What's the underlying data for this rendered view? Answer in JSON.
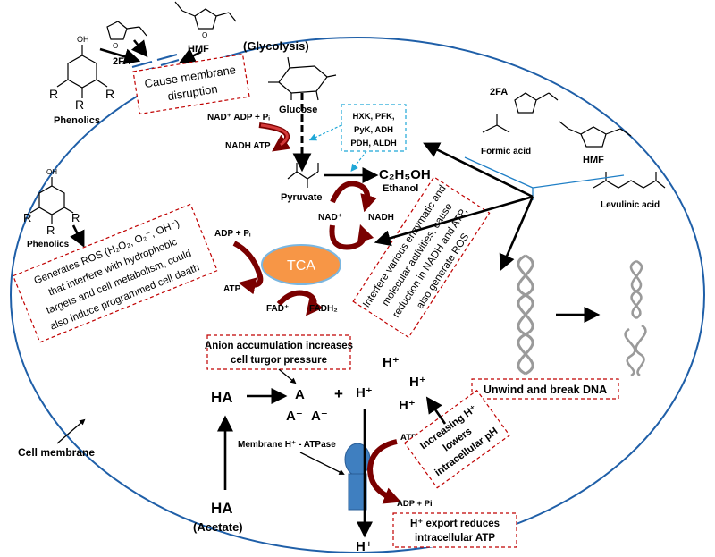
{
  "labels": {
    "glycolysis": "(Glycolysis)",
    "glucose": "Glucose",
    "nad_adp_pi": "NAD⁺ ADP + Pᵢ",
    "nadh_atp": "NADH ATP",
    "pyruvate": "Pyruvate",
    "ethanol_formula": "C₂H₅OH",
    "ethanol": "Ethanol",
    "nad_plus": "NAD⁺",
    "nadh": "NADH",
    "tca": "TCA",
    "tca_adp_pi": "ADP + Pᵢ",
    "tca_atp": "ATP",
    "fad": "FAD⁺",
    "fadh2": "FADH₂",
    "ha": "HA",
    "ha_outside": "HA",
    "acetate": "(Acetate)",
    "a_minus": "A⁻",
    "a_minus_2": "A⁻",
    "a_minus_3": "A⁻",
    "plus": "+",
    "h_plus": "H⁺",
    "h_plus_2": "H⁺",
    "h_plus_3": "H⁺",
    "h_plus_4": "H⁺",
    "h_plus_out": "H⁺",
    "membrane_atpase": "Membrane H⁺ - ATPase",
    "atp_pump": "ATP",
    "adp_pi_pump": "ADP + Pi",
    "cell_membrane": "Cell membrane",
    "phenolics_top": "Phenolics",
    "phenolics_inner": "Phenolics",
    "fa2_top": "2FA",
    "hmf_top": "HMF",
    "fa2_right": "2FA",
    "formic_acid": "Formic acid",
    "hmf_right": "HMF",
    "levulinic_acid": "Levulinic acid",
    "enzymes_line1": "HXK, PFK,",
    "enzymes_line2": "PyK, ADH",
    "enzymes_line3": "PDH, ALDH"
  },
  "boxes": {
    "membrane_line1": "Cause membrane",
    "membrane_line2": "disruption",
    "ros_line1": "Generates ROS (H₂O₂, O₂⁻, OH⁻)",
    "ros_line2": "that interfere with hydrophobic",
    "ros_line3": "targets and cell metabolism, could",
    "ros_line4": "also induce programmed cell death",
    "enzyme_line1": "Interfere various enzymatic and",
    "enzyme_line2": "molecular activities, cause",
    "enzyme_line3": "reduction in NADH and ATP,",
    "enzyme_line4": "also generate ROS",
    "anion_line1": "Anion accumulation increases",
    "anion_line2": "cell turgor pressure",
    "dna": "Unwind and break DNA",
    "ph_line1": "Increasing H⁺",
    "ph_line2": "lowers",
    "ph_line3": "intracellular pH",
    "export_line1": "H⁺ export reduces",
    "export_line2": "intracellular ATP"
  },
  "colors": {
    "dashed_box": "#c00000",
    "enzyme_box": "#1fa7d7",
    "cell_outline": "#1f5fa8",
    "tca_fill": "#f79646",
    "pump": "#3f7fc0",
    "curved_arrow": "#a01818"
  }
}
